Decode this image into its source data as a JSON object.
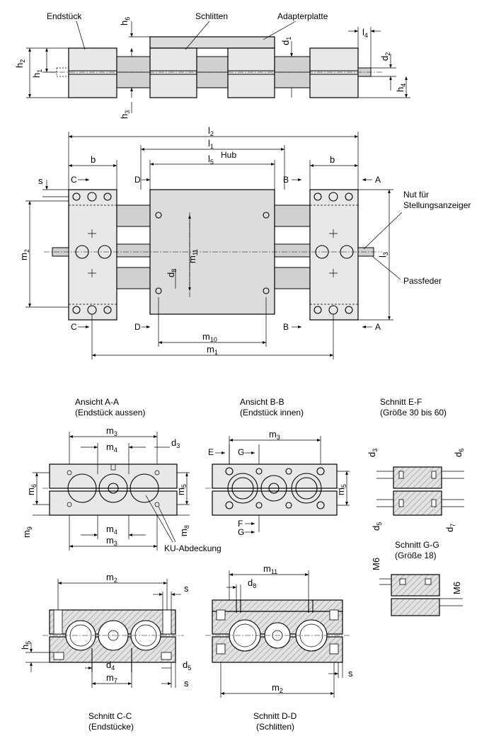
{
  "top_view": {
    "label_endstueck": "Endstück",
    "label_schlitten": "Schlitten",
    "label_adapterplatte": "Adapterplatte",
    "h2": "h",
    "h2_sub": "2",
    "h1": "h",
    "h1_sub": "1",
    "h6": "h",
    "h6_sub": "6",
    "h3": "h",
    "h3_sub": "3",
    "d1": "d",
    "d1_sub": "1",
    "l4": "l",
    "l4_sub": "4",
    "d2": "d",
    "d2_sub": "2",
    "h4": "h",
    "h4_sub": "4"
  },
  "front_view": {
    "l2": "l",
    "l2_sub": "2",
    "l1": "l",
    "l1_sub": "1",
    "hub": "Hub",
    "l5": "l",
    "l5_sub": "5",
    "b_left": "b",
    "b_right": "b",
    "s": "s",
    "C_top": "C",
    "D_top": "D",
    "B_top": "B",
    "A_top": "A",
    "C_bot": "C",
    "D_bot": "D",
    "B_bot": "B",
    "A_bot": "A",
    "nut_line1": "Nut für",
    "nut_line2": "Stellungsanzeiger",
    "passfeder": "Passfeder",
    "m2": "m",
    "m2_sub": "2",
    "m11": "m",
    "m11_sub": "11",
    "d8": "d",
    "d8_sub": "8",
    "l3": "l",
    "l3_sub": "3",
    "m10": "m",
    "m10_sub": "10",
    "m1": "m",
    "m1_sub": "1"
  },
  "view_aa": {
    "title1": "Ansicht A-A",
    "title2": "(Endstück aussen)",
    "m3_top": "m",
    "m3_top_sub": "3",
    "m4_top": "m",
    "m4_top_sub": "4",
    "d3": "d",
    "d3_sub": "3",
    "m6": "m",
    "m6_sub": "6",
    "m5": "m",
    "m5_sub": "5",
    "m9": "m",
    "m9_sub": "9",
    "m8": "m",
    "m8_sub": "8",
    "m4_bot": "m",
    "m4_bot_sub": "4",
    "m3_bot": "m",
    "m3_bot_sub": "3",
    "ku": "KU-Abdeckung"
  },
  "view_bb": {
    "title1": "Ansicht B-B",
    "title2": "(Endstück innen)",
    "E": "E",
    "G_top": "G",
    "m3": "m",
    "m3_sub": "3",
    "m5": "m",
    "m5_sub": "5",
    "F": "F",
    "G_bot": "G"
  },
  "section_ef": {
    "title1": "Schnitt E-F",
    "title2": "(Größe 30 bis 60)",
    "d3": "d",
    "d3_sub": "3",
    "d6": "d",
    "d6_sub": "6",
    "d5": "d",
    "d5_sub": "5",
    "d7": "d",
    "d7_sub": "7"
  },
  "section_gg": {
    "title1": "Schnitt G-G",
    "title2": "(Größe 18)",
    "m6_left": "M6",
    "m6_right": "M6"
  },
  "section_cc": {
    "title1": "Schnitt C-C",
    "title2": "(Endstücke)",
    "m2": "m",
    "m2_sub": "2",
    "s_top": "s",
    "h5": "h",
    "h5_sub": "5",
    "d4": "d",
    "d4_sub": "4",
    "d5": "d",
    "d5_sub": "5",
    "m7": "m",
    "m7_sub": "7",
    "s_bot": "s"
  },
  "section_dd": {
    "title1": "Schnitt D-D",
    "title2": "(Schlitten)",
    "m11": "m",
    "m11_sub": "11",
    "d8": "d",
    "d8_sub": "8",
    "m2": "m",
    "m2_sub": "2",
    "s": "s"
  }
}
